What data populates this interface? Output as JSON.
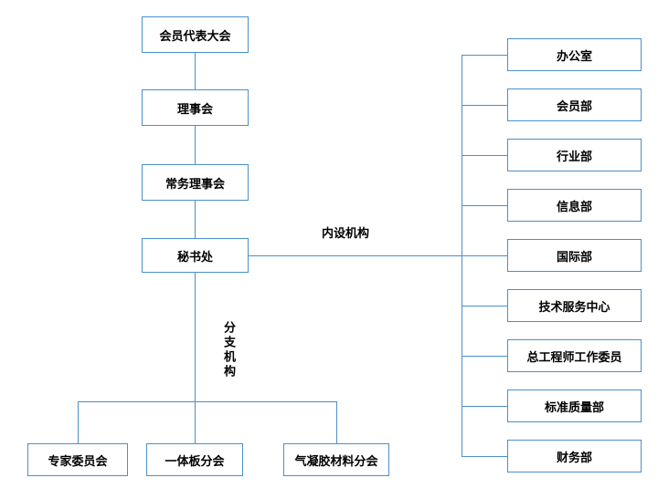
{
  "colors": {
    "line": "#4a90c8"
  },
  "org": {
    "chain": [
      "会员代表大会",
      "理事会",
      "常务理事会",
      "秘书处"
    ],
    "internal_label": "内设机构",
    "internal_depts": [
      "办公室",
      "会员部",
      "行业部",
      "信息部",
      "国际部",
      "技术服务中心",
      "总工程师工作委员",
      "标准质量部",
      "财务部"
    ],
    "branch_label": "分支机构",
    "branches": [
      "专家委员会",
      "一体板分会",
      "气凝胶材料分会"
    ]
  }
}
